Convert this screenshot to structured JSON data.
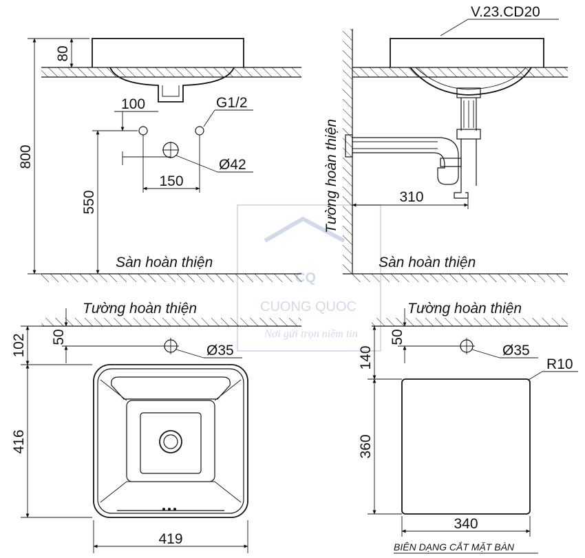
{
  "front_view": {
    "dim_height_basin": "80",
    "dim_total_height": "800",
    "dim_drain_height": "550",
    "dim_supply_offset": "100",
    "dim_supply_spacing": "150",
    "label_supply": "G1/2",
    "label_drain_dia": "Ø42",
    "floor_label": "Sàn hoàn thiện"
  },
  "side_view": {
    "model_code": "V.23.CD20",
    "wall_label": "Tường hoàn thiện",
    "dim_wall_to_trap": "310",
    "floor_label": "Sàn hoàn thiện"
  },
  "top_view": {
    "wall_label": "Tường hoàn thiện",
    "dim_wall_to_edge": "102",
    "dim_wall_to_tap": "50",
    "tap_hole_dia": "Ø35",
    "dim_depth": "416",
    "dim_width": "419"
  },
  "cutout_view": {
    "wall_label": "Tường hoàn thiện",
    "dim_wall_to_tap": "50",
    "tap_hole_dia": "Ø35",
    "corner_radius": "R10",
    "dim_wall_to_cutout": "140",
    "dim_cutout_depth": "360",
    "dim_cutout_width": "340",
    "caption": "BIÊN DẠNG CẮT MẶT BÀN"
  },
  "watermark": {
    "logo_text": "CQ",
    "brand": "CUONG QUOC",
    "slogan": "Nơi gửi trọn niềm tin"
  },
  "colors": {
    "line": "#111111",
    "watermark": "#5b79b4"
  }
}
